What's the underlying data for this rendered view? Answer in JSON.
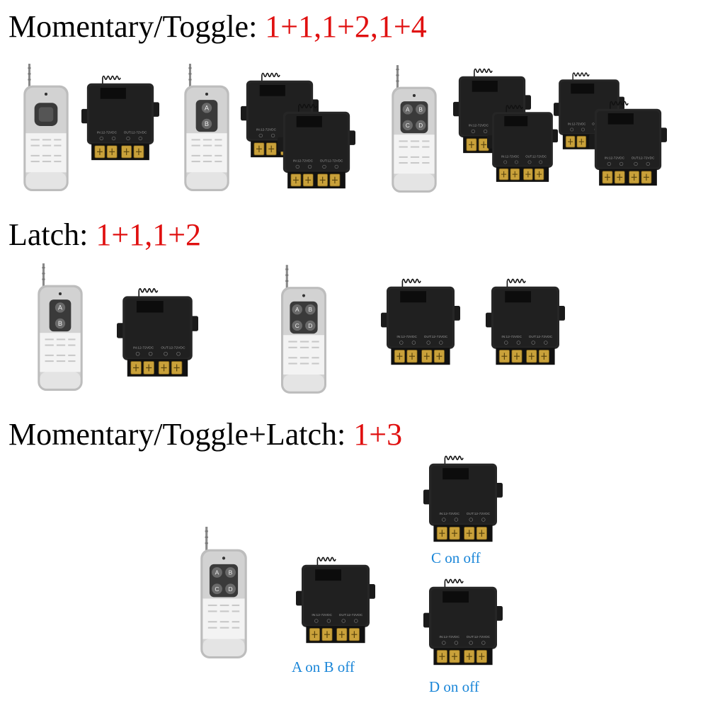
{
  "colors": {
    "accent": "#e01010",
    "caption": "#1a86d8",
    "text": "#000000"
  },
  "sections": [
    {
      "title": "Momentary/Toggle:",
      "value": "1+1,1+2,1+4"
    },
    {
      "title": "Latch:",
      "value": "1+1,1+2"
    },
    {
      "title": "Momentary/Toggle+Latch:",
      "value": "1+3"
    }
  ],
  "remote_labels": {
    "two_button": [
      "A",
      "B"
    ],
    "four_button": [
      "A",
      "B",
      "C",
      "D"
    ]
  },
  "receiver_labels": [
    "IN:12-72VDC",
    "OUT:12-72VDC"
  ],
  "captions": {
    "receiver_a": "A on B off",
    "receiver_c": "C on off",
    "receiver_d": "D on off"
  }
}
